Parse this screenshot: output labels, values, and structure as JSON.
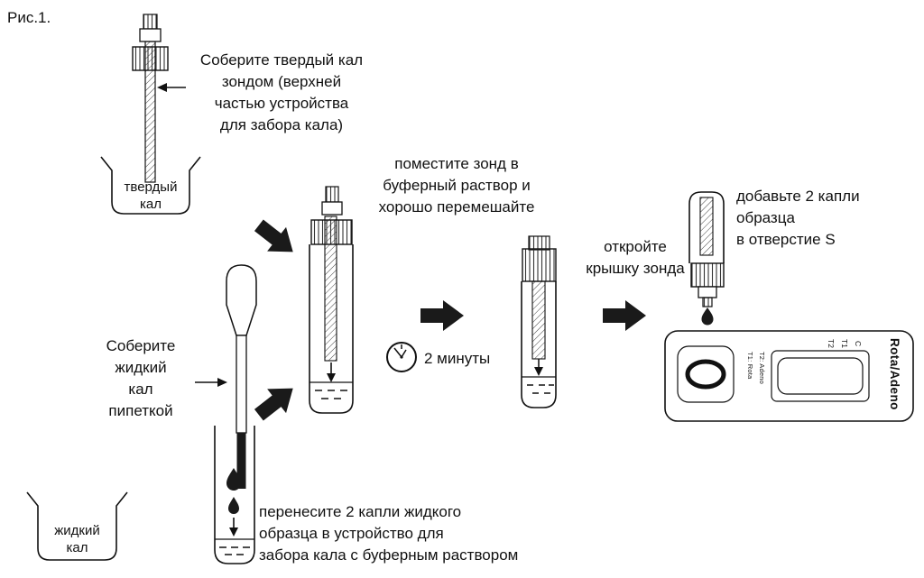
{
  "figure_label": "Рис.1.",
  "colors": {
    "line": "#111111",
    "solid_black": "#1a1a1a",
    "background": "#ffffff"
  },
  "icons": {
    "wait_indicator": "clock-icon",
    "flow_arrow": "solid-block-arrow-icon",
    "drop": "sample-drop-icon"
  },
  "labels": {
    "collect_solid": "Соберите твердый кал\nзондом (верхней\nчастью устройства\nдля забора кала)",
    "solid_beaker": "твердый\nкал",
    "mix": "поместите зонд в\nбуферный раствор и\nхорошо перемешайте",
    "collect_liquid": "Соберите\nжидкий\nкал\nпипеткой",
    "liquid_beaker": "жидкий\nкал",
    "transfer": "перенесите 2 капли жидкого\nобразца в устройство для\nзабора кала с буферным раствором",
    "wait_time": "2 минуты",
    "open_cap": "откройте\nкрышку зонда",
    "add_drops": "добавьте 2 капли\nобразца\nв отверстие S"
  },
  "cassette": {
    "brand": "Rota/Adeno",
    "line_t1": "T1: Rota",
    "line_t2": "T2: Adeno",
    "marker_c": "C",
    "marker_t1": "T1",
    "marker_t2": "T2"
  }
}
